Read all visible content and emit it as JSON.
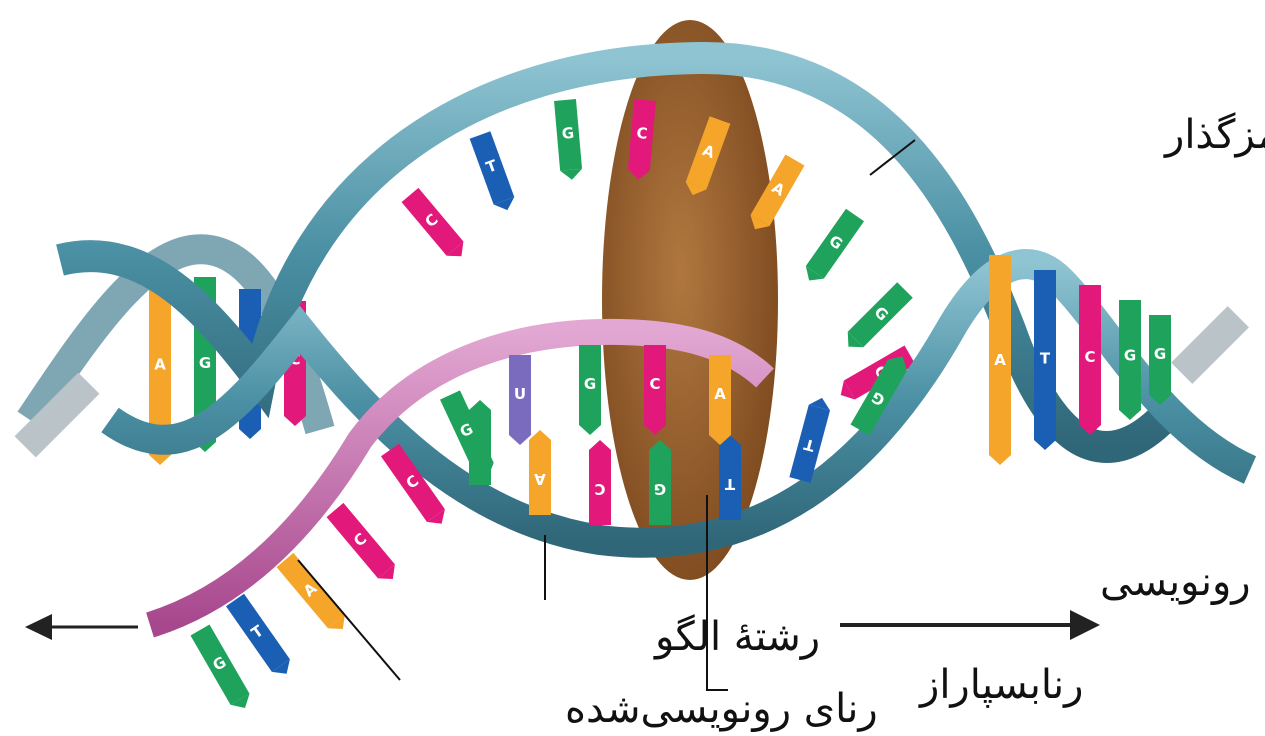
{
  "colors": {
    "coding_strand": "#4a8fa3",
    "template_strand": "#5aa7b8",
    "rna_strand": "#c06aa8",
    "polymerase": "#9a6230",
    "arrow": "#222222",
    "label_text": "#111111",
    "base_A": "#f5a52a",
    "base_T": "#1a5fb4",
    "base_G": "#1fa35c",
    "base_C": "#e2197b",
    "base_U": "#7a6bbf"
  },
  "labels": {
    "coding_strand": "رشتهٔ رمزگذار",
    "template_strand": "رشتهٔ الگو",
    "polymerase": "رنابسپاراز",
    "transcribed_rna": "رنای رونویسی‌شده",
    "transcription_direction": "جهت رونویسی"
  },
  "bases": {
    "left_pairs": [
      "A",
      "G",
      "T",
      "C"
    ],
    "coding_open": [
      "C",
      "T",
      "G",
      "C",
      "A",
      "A",
      "G",
      "G",
      "C"
    ],
    "rna": [
      "U",
      "G",
      "C",
      "A",
      "G",
      "C",
      "C",
      "A",
      "T",
      "G"
    ],
    "template_open": [
      "G",
      "A",
      "C",
      "G",
      "T",
      "T",
      "G"
    ],
    "right_pairs": [
      "A",
      "T",
      "C",
      "G",
      "G"
    ]
  },
  "icons": {
    "direction_arrow": "right-arrow-icon",
    "rna_exit_arrow": "left-arrow-icon"
  }
}
